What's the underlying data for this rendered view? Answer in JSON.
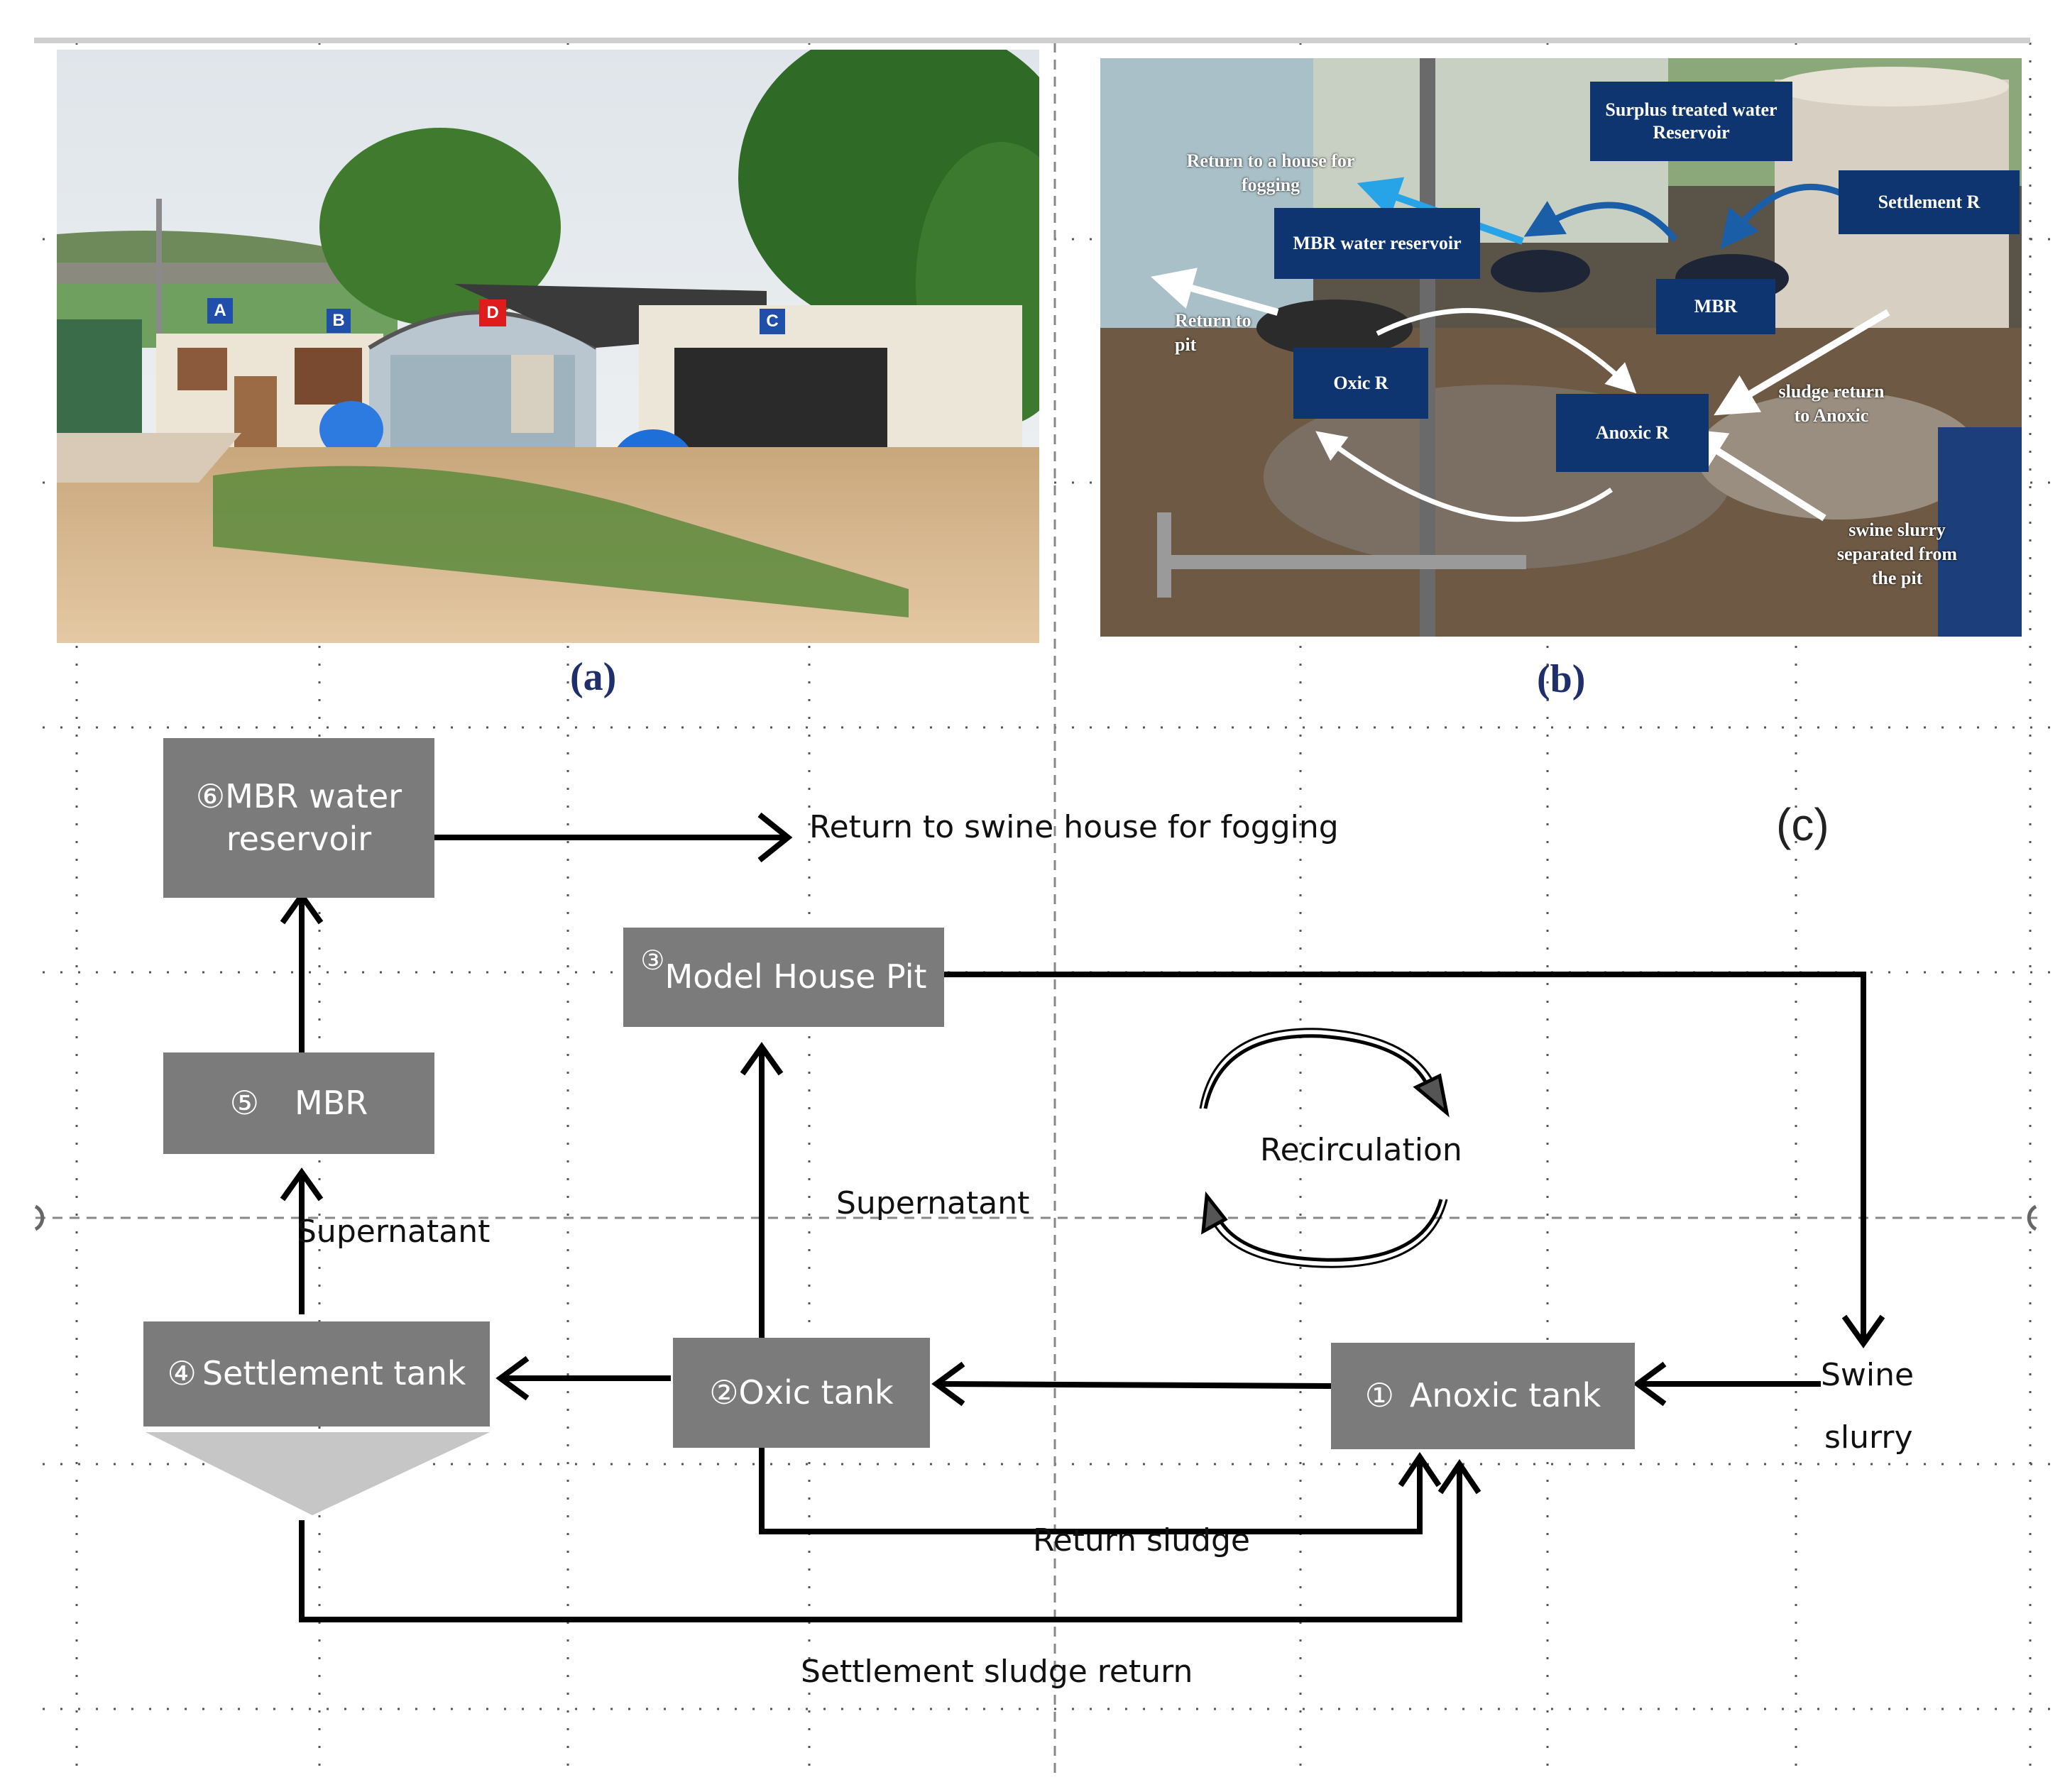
{
  "panel_a": {
    "caption": "(a)",
    "markers": [
      {
        "id": "A",
        "label": "A",
        "color": "#1f4fa8"
      },
      {
        "id": "B",
        "label": "B",
        "color": "#1f4fa8"
      },
      {
        "id": "D",
        "label": "D",
        "color": "#e01b1b"
      },
      {
        "id": "C",
        "label": "C",
        "color": "#1f4fa8"
      }
    ]
  },
  "panel_b": {
    "caption": "(b)",
    "labels": {
      "surplus": "Surplus treated water Reservoir",
      "settlement": "Settlement R",
      "mbr_reservoir": "MBR water reservoir",
      "mbr": "MBR",
      "oxic": "Oxic R",
      "anoxic": "Anoxic R"
    },
    "annotations": {
      "return_fogging": "Return to a house for fogging",
      "return_pit": "Return to pit",
      "sludge_return": "sludge return to Anoxic",
      "swine_slurry": "swine slurry separated from the pit"
    }
  },
  "panel_c": {
    "caption": "(c)",
    "boxes": {
      "mbr_reservoir": {
        "number": "⑥",
        "line1": "MBR water",
        "line2": "reservoir"
      },
      "model_house_pit": {
        "number": "③",
        "text": "Model House Pit"
      },
      "mbr": {
        "number": "⑤",
        "text": "MBR"
      },
      "settlement_tank": {
        "number": "④",
        "text": "Settlement tank"
      },
      "oxic_tank": {
        "number": "②",
        "text": "Oxic tank"
      },
      "anoxic_tank": {
        "number": "①",
        "text": "Anoxic tank"
      }
    },
    "labels": {
      "return_fogging": "Return to swine house for fogging",
      "recirculation": "Recirculation",
      "supernatant_center": "Supernatant",
      "supernatant_left": "Supernatant",
      "swine": "Swine",
      "slurry": "slurry",
      "return_sludge": "Return sludge",
      "settlement_sludge_return": "Settlement sludge return"
    }
  },
  "colors": {
    "box_fill": "#7b7b7b",
    "label_fill": "#0e3570",
    "arrow": "#000000",
    "caption": "#1f2f6b"
  }
}
